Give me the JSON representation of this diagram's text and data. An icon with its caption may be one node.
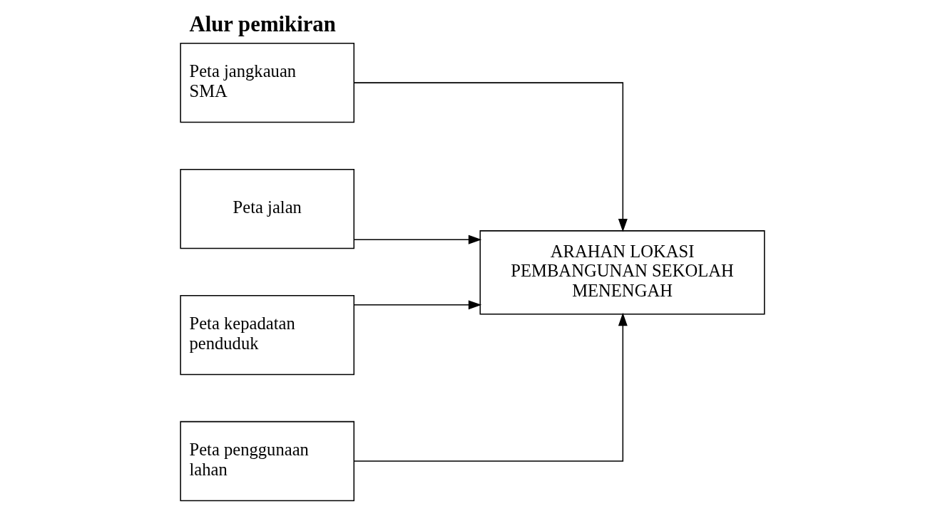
{
  "diagram": {
    "title": "Alur pemikiran",
    "nodes": [
      {
        "text": [
          "Peta jangkauan SMA"
        ]
      },
      {
        "text": [
          "Peta jalan"
        ]
      },
      {
        "text": [
          "Peta kepadatan penduduk"
        ]
      },
      {
        "text": [
          "Peta penggunaan lahan"
        ]
      },
      {
        "text": [
          "ARAHAN LOKASI PEMBANGUNAN SEKOLAH MENENGAH"
        ]
      }
    ],
    "edges": [
      {
        "from": 0,
        "to": 4,
        "arrow": "to"
      },
      {
        "from": 1,
        "to": 4,
        "arrow": "to"
      },
      {
        "from": 2,
        "to": 4,
        "arrow": "to"
      },
      {
        "from": 3,
        "to": 4,
        "arrow": "to"
      }
    ]
  }
}
